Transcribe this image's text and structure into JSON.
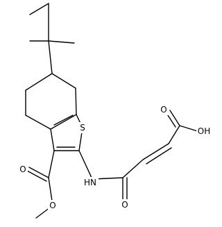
{
  "diagram": {
    "atom_labels": {
      "sulfur": "S",
      "amide_nitrogen": "HN",
      "amide_oxygen": "O",
      "acid_carbonyl_oxygen": "O",
      "acid_hydroxyl": "OH",
      "ester_carbonyl_oxygen": "O",
      "ester_ether_oxygen": "O"
    }
  }
}
